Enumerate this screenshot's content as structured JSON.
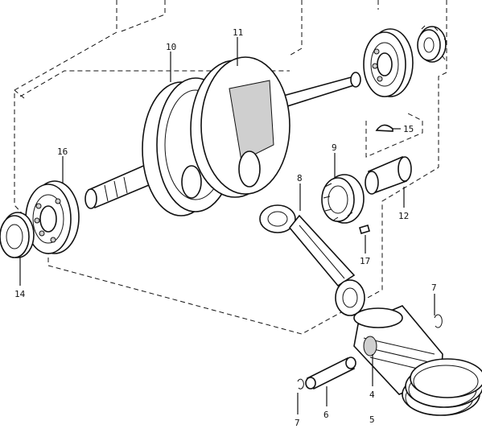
{
  "diagram": {
    "parts": [
      {
        "key": "p1",
        "label": "10"
      },
      {
        "key": "p2",
        "label": "11"
      },
      {
        "key": "p3",
        "label": "16"
      },
      {
        "key": "p4",
        "label": "14"
      },
      {
        "key": "p5",
        "label": "9"
      },
      {
        "key": "p6",
        "label": "8"
      },
      {
        "key": "p7",
        "label": "15"
      },
      {
        "key": "p8",
        "label": "12"
      },
      {
        "key": "p9",
        "label": "17"
      },
      {
        "key": "p10",
        "label": "7"
      },
      {
        "key": "p11",
        "label": "7"
      },
      {
        "key": "p12",
        "label": "6"
      },
      {
        "key": "p13",
        "label": "4"
      },
      {
        "key": "p14",
        "label": "5"
      }
    ]
  }
}
